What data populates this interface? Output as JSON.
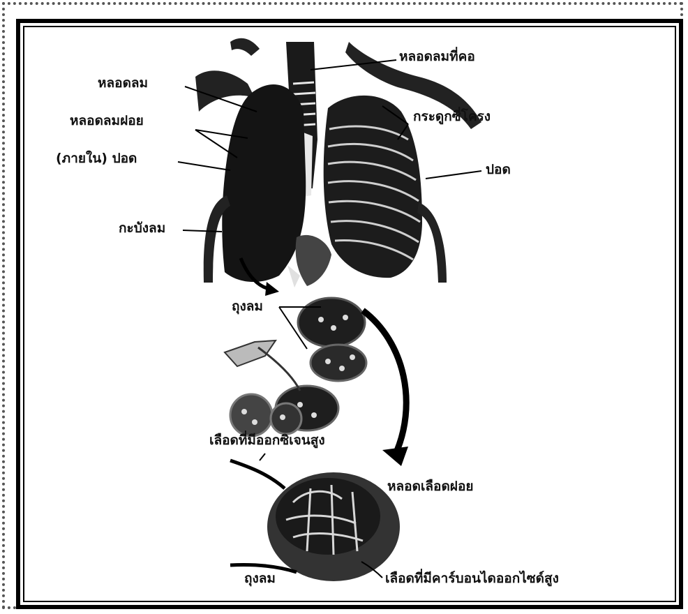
{
  "labels": {
    "trachea_neck": "หลอดลมที่คอ",
    "bronchus": "หลอดลม",
    "bronchioles": "หลอดลมฝอย",
    "lung_inner": "(ภายใน) ปอด",
    "ribs": "กระดูกซี่โครง",
    "lung": "ปอด",
    "diaphragm": "กะบังลม",
    "alveoli_top": "ถุงลม",
    "oxygen_rich_blood": "เลือดที่มีออกซิเจนสูง",
    "capillaries": "หลอดเลือดฝอย",
    "alveolus_bottom": "ถุงลม",
    "co2_rich_blood": "เลือดที่มีคาร์บอนไดออกไซด์สูง"
  },
  "icons": [
    "lungs-illustration",
    "alveoli-cluster-illustration",
    "alveolus-capillary-illustration",
    "curved-arrow-icon"
  ],
  "colors": {
    "ink": "#111111",
    "frame": "#000000",
    "dotted": "#555555",
    "tissue": "#1a1a1a",
    "cartilage": "#e8e8e8"
  }
}
